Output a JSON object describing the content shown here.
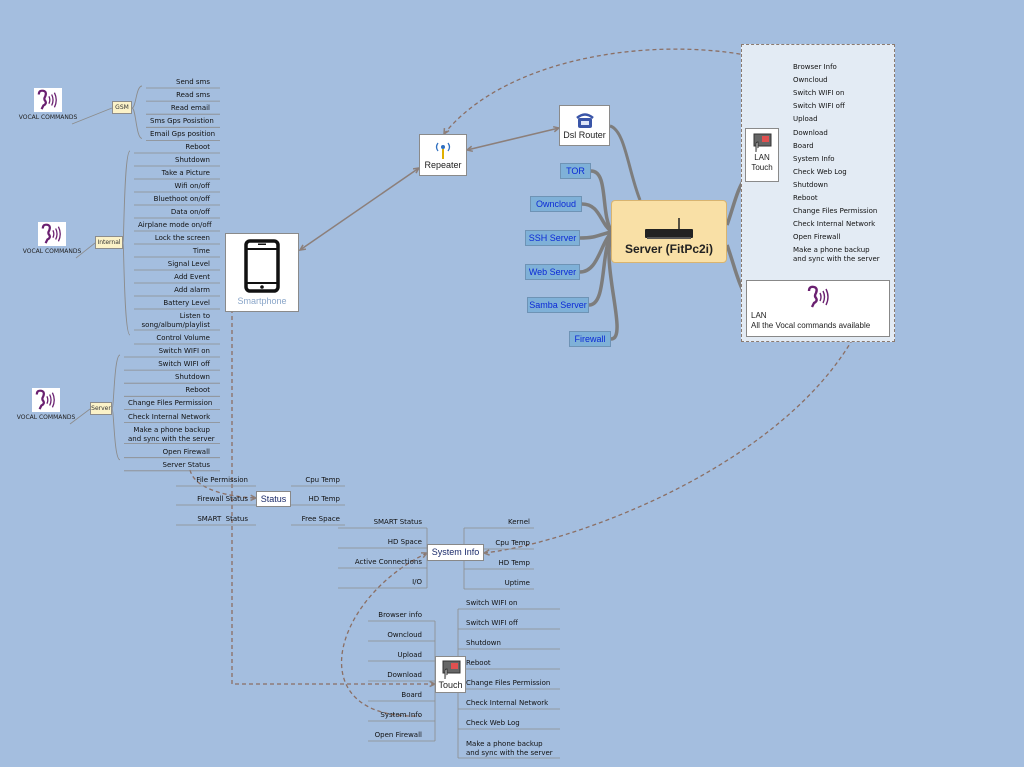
{
  "server": {
    "label": "Server (FitPc2i)"
  },
  "repeater": {
    "label": "Repeater"
  },
  "dsl_router": {
    "label": "Dsl Router"
  },
  "smartphone": {
    "label": "Smartphone"
  },
  "services": [
    "TOR",
    "Owncloud",
    "SSH Server",
    "Web Server",
    "Samba Server",
    "Firewall"
  ],
  "voice_label": "VOCAL COMMANDS",
  "gsm": {
    "tag": "GSM",
    "items": [
      "Send sms",
      "Read sms",
      "Read email",
      "Sms Gps Posistion",
      "Email Gps position"
    ]
  },
  "internal": {
    "tag": "Internal",
    "items": [
      "Reboot",
      "Shutdown",
      "Take a Picture",
      "Wifi on/off",
      "Bluethoot on/off",
      "Data on/off",
      "Airplane mode on/off",
      "Lock the screen",
      "Time",
      "Signal Level",
      "Add Event",
      "Add alarm",
      "Battery Level",
      "Listen to\nsong/album/playlist",
      "Control Volume"
    ]
  },
  "server_cmds": {
    "tag": "Server",
    "items": [
      "Switch WIFI on",
      "Switch WIFI off",
      "Shutdown",
      "Reboot",
      "Change Files Permission",
      "Check Internal Network",
      "Make a phone backup\nand sync with the server",
      "Open Firewall",
      "Server Status"
    ]
  },
  "status": {
    "label": "Status",
    "left": [
      "File Permission",
      "Firewall Status",
      "SMART  Status"
    ],
    "right": [
      "Cpu Temp",
      "HD Temp",
      "Free Space"
    ]
  },
  "system_info": {
    "label": "System Info",
    "left": [
      "SMART Status",
      "HD Space",
      "Active Connections",
      "I/O"
    ],
    "right": [
      "Kernel",
      "Cpu Temp",
      "HD Temp",
      "Uptime"
    ]
  },
  "touch": {
    "label": "Touch",
    "left": [
      "Browser info",
      "Owncloud",
      "Upload",
      "Download",
      "Board",
      "System Info",
      "Open Firewall"
    ],
    "right": [
      "Switch WIFI on",
      "Switch WIFI off",
      "Shutdown",
      "Reboot",
      "Change Files Permission",
      "Check Internal Network",
      "Check Web Log",
      "Make a phone backup\nand sync with the server"
    ]
  },
  "lan_touch": {
    "label": "LAN\nTouch",
    "items": [
      "Browser Info",
      "Owncloud",
      "Switch WIFI on",
      "Switch WIFI off",
      "Upload",
      "Download",
      "Board",
      "System Info",
      "Check Web Log",
      "Shutdown",
      "Reboot",
      "Change Files Permission",
      "Check Internal Network",
      "Open Firewall",
      "Make a phone backup\nand sync with the server"
    ]
  },
  "lan_voice": {
    "line1": "LAN",
    "line2": "All the Vocal commands available"
  },
  "colors": {
    "background": "#a4bedf",
    "server": "#f9e0a6",
    "service": "#7fb1d8",
    "service_text": "#0b2ad6",
    "link": "#7d7d7d",
    "dashed": "#8b6f64",
    "tag": "#fbf2c8"
  }
}
